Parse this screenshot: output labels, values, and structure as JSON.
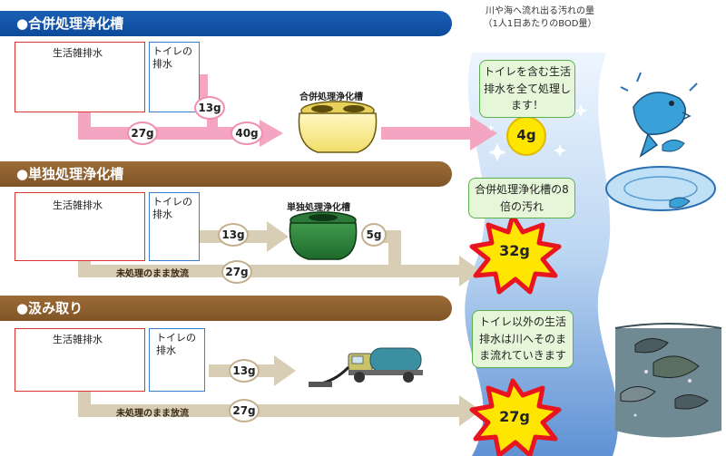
{
  "caption": {
    "line1": "川や海へ流れ出る汚れの量",
    "line2": "（1人1日あたりのBOD量）"
  },
  "sections": [
    {
      "title": "●合併処理浄化槽",
      "household_label": "生活雑排水",
      "toilet_label": "トイレの排水",
      "flow_values": {
        "household": "27g",
        "toilet": "13g",
        "combined": "40g"
      },
      "tank_label": "合併処理浄化槽",
      "note": "トイレを含む生活排水を全て処理します！",
      "result": "4g"
    },
    {
      "title": "●単独処理浄化槽",
      "household_label": "生活雑排水",
      "toilet_label": "トイレの排水",
      "flow_values": {
        "toilet": "13g",
        "after_tank": "5g",
        "untreated": "27g"
      },
      "untreated_label": "未処理のまま放流",
      "tank_label": "単独処理浄化槽",
      "note": "合併処理浄化槽の8倍の汚れ",
      "result": "32g"
    },
    {
      "title": "●汲み取り",
      "household_label": "生活雑排水",
      "toilet_label": "トイレの排水",
      "flow_values": {
        "toilet": "13g",
        "untreated": "27g"
      },
      "untreated_label": "未処理のまま放流",
      "note": "トイレ以外の生活排水は川へそのまま流れていきます",
      "result": "27g"
    }
  ],
  "colors": {
    "blue_header": "#1a5fb4",
    "brown_header": "#805526",
    "pink_flow": "#f4a5c1",
    "tan_flow": "#d8cdb5",
    "star_yellow": "#ffe600",
    "star_red": "#e8141e",
    "note_green": "#e6f7d9"
  }
}
